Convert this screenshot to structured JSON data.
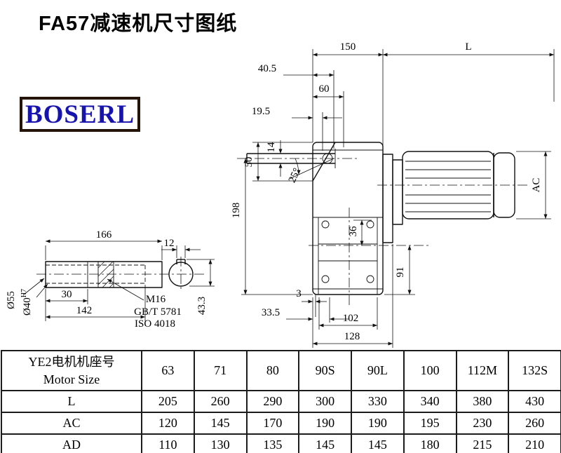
{
  "page": {
    "title": "FA57减速机尺寸图纸",
    "logo_text": "BOSERL"
  },
  "drawing": {
    "main": {
      "d150": "150",
      "dL": "L",
      "d40_5": "40.5",
      "d60": "60",
      "d19_5": "19.5",
      "d14": "14",
      "d50": "50",
      "d25": "25°",
      "d198": "198",
      "d36": "36",
      "dAC": "AC",
      "d91": "91",
      "d3": "3",
      "d33_5": "33.5",
      "d102": "102",
      "d128": "128"
    },
    "shaft": {
      "d166": "166",
      "d12": "12",
      "d30": "30",
      "d142": "142",
      "d55": "Ø55",
      "d40": "Ø40",
      "d40_tol": "H7",
      "m16": "M16",
      "gbt": "GB/T 5781",
      "iso": "ISO 4018",
      "d43_3": "43.3"
    }
  },
  "table": {
    "header_line1": "YE2电机机座号",
    "header_line2": "Motor Size",
    "sizes": [
      "63",
      "71",
      "80",
      "90S",
      "90L",
      "100",
      "112M",
      "132S"
    ],
    "rows": [
      {
        "label": "L",
        "values": [
          "205",
          "260",
          "290",
          "300",
          "330",
          "340",
          "380",
          "430"
        ]
      },
      {
        "label": "AC",
        "values": [
          "120",
          "145",
          "170",
          "190",
          "190",
          "195",
          "230",
          "260"
        ]
      },
      {
        "label": "AD",
        "values": [
          "110",
          "130",
          "135",
          "145",
          "145",
          "180",
          "215",
          "210"
        ]
      }
    ]
  }
}
